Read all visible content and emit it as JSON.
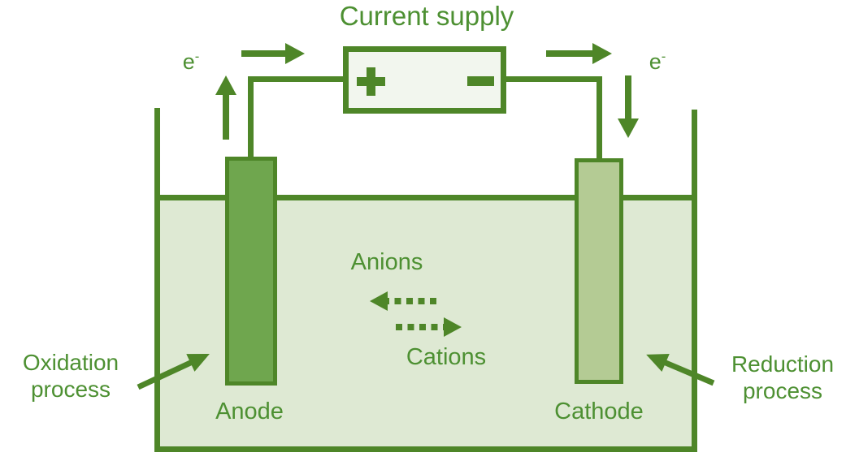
{
  "diagram": {
    "title": "Current supply",
    "battery": {
      "positive_terminal": "+",
      "negative_terminal": "−"
    },
    "labels": {
      "electron_left": {
        "base": "e",
        "sup": "-"
      },
      "electron_right": {
        "base": "e",
        "sup": "-"
      },
      "anions": "Anions",
      "cations": "Cations",
      "anode": "Anode",
      "cathode": "Cathode",
      "oxidation_line1": "Oxidation",
      "oxidation_line2": "process",
      "reduction_line1": "Reduction",
      "reduction_line2": "process"
    },
    "arrows": [
      "electron-flow-left-horizontal",
      "electron-flow-right-horizontal",
      "electron-flow-up-from-anode",
      "electron-flow-down-to-cathode",
      "anions-dotted-arrow-left",
      "cations-dotted-arrow-right",
      "oxidation-pointer-arrow",
      "reduction-pointer-arrow"
    ]
  },
  "colors": {
    "line-green": "#4e8628",
    "text-green": "#4d9032",
    "anode-fill": "#6fa64e",
    "cathode-fill": "#b4cb94",
    "liquid-fill": "#dee9d3",
    "battery-fill": "#f2f6ee",
    "background": "#ffffff"
  }
}
